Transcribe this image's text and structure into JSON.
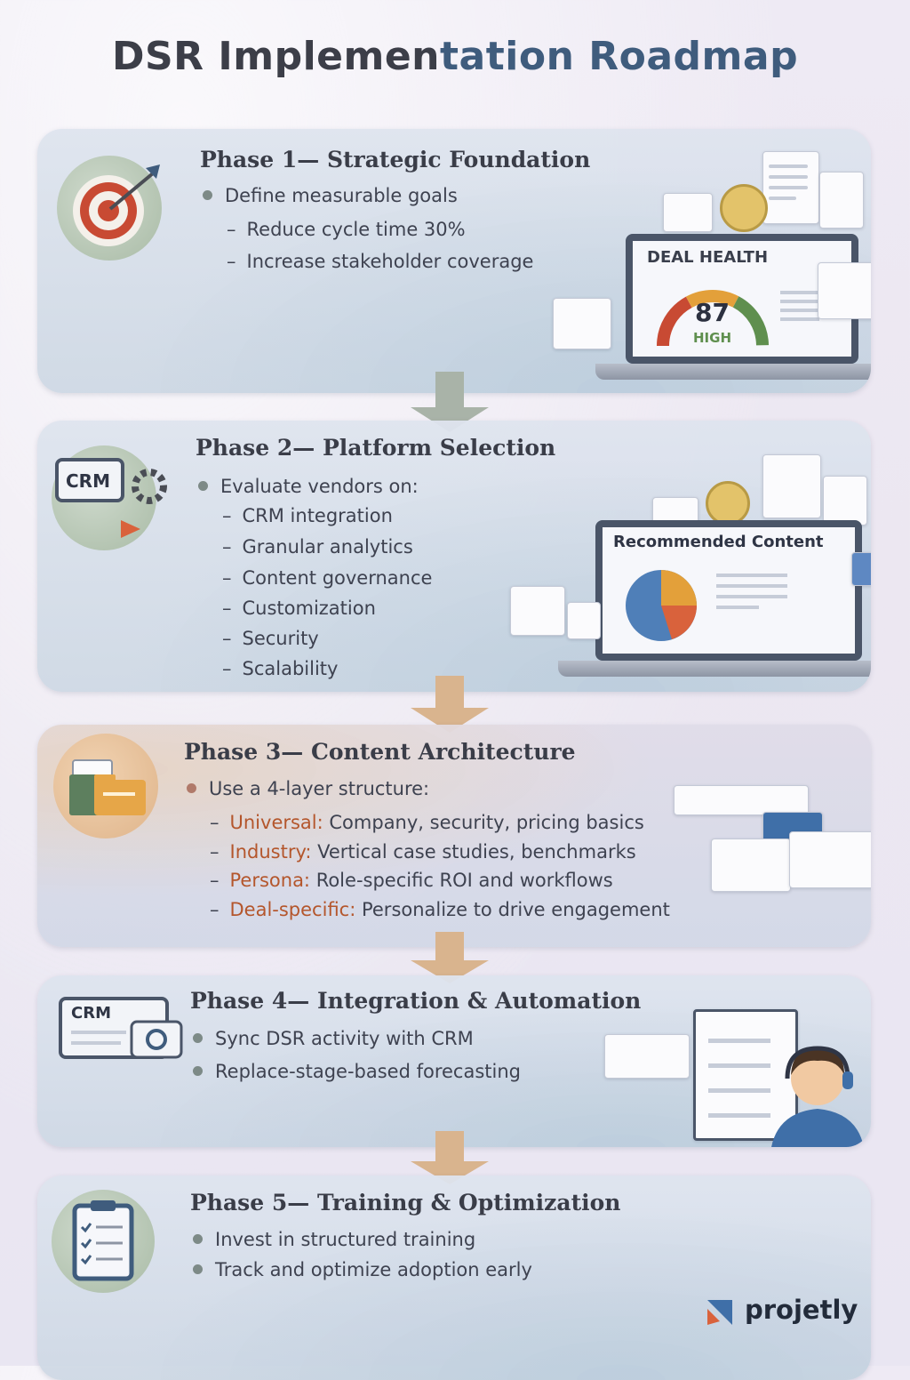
{
  "title_part1": "DSR Implemen",
  "title_part2": "tation Roadmap",
  "phases": [
    {
      "heading": "Phase 1— Strategic Foundation",
      "bullets": [
        "Define measurable goals"
      ],
      "subs": [
        "Reduce cycle time 30%",
        "Increase stakeholder coverage"
      ]
    },
    {
      "heading": "Phase 2— Platform Selection",
      "bullets": [
        "Evaluate vendors on:"
      ],
      "subs": [
        "CRM integration",
        "Granular analytics",
        "Content governance",
        "Customization",
        "Security",
        "Scalability"
      ]
    },
    {
      "heading": "Phase 3— Content Architecture",
      "bullets": [
        "Use a 4-layer structure:"
      ],
      "layers": [
        {
          "key": "Universal:",
          "text": " Company, security, pricing basics"
        },
        {
          "key": "Industry:",
          "text": " Vertical case studies, benchmarks"
        },
        {
          "key": "Persona:",
          "text": " Role-specific ROI and workflows"
        },
        {
          "key": "Deal-specific:",
          "text": " Personalize to drive engagement"
        }
      ]
    },
    {
      "heading": "Phase 4— Integration & Automation",
      "bullets": [
        "Sync DSR activity with CRM",
        "Replace-stage-based forecasting"
      ]
    },
    {
      "heading": "Phase 5— Training & Optimization",
      "bullets": [
        "Invest in structured training",
        "Track and optimize adoption early"
      ]
    }
  ],
  "deal_health": {
    "label": "DEAL HEALTH",
    "score": "87",
    "rating": "HIGH"
  },
  "recommended_content_label": "Recommended Content",
  "crm_label_1": "CRM",
  "crm_label_2": "CRM",
  "dash": "–",
  "brand": "projetly",
  "colors": {
    "accent": "#3f5c7d",
    "layer_key": "#b4562c",
    "gauge_red": "#c84a33",
    "gauge_green": "#5f8f4e"
  }
}
